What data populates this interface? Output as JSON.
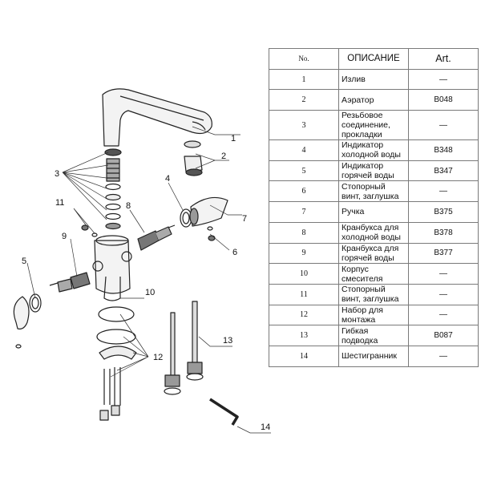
{
  "table": {
    "headers": {
      "no": "No.",
      "description": "ОПИСАНИЕ",
      "art": "Art."
    },
    "rows": [
      {
        "no": "1",
        "description": "Излив",
        "art": "—"
      },
      {
        "no": "2",
        "description": "Аэратор",
        "art": "B048"
      },
      {
        "no": "3",
        "description": "Резьбовое соединение, прокладки",
        "art": "—"
      },
      {
        "no": "4",
        "description": "Индикатор холодной воды",
        "art": "B348"
      },
      {
        "no": "5",
        "description": "Индикатор горячей воды",
        "art": "B347"
      },
      {
        "no": "6",
        "description": "Стопорный винт, заглушка",
        "art": "—"
      },
      {
        "no": "7",
        "description": "Ручка",
        "art": "B375"
      },
      {
        "no": "8",
        "description": "Кранбукса для холодной воды",
        "art": "B378"
      },
      {
        "no": "9",
        "description": "Кранбукса для горячей воды",
        "art": "B377"
      },
      {
        "no": "10",
        "description": "Корпус смесителя",
        "art": "—"
      },
      {
        "no": "11",
        "description": "Стопорный винт, заглушка",
        "art": "—"
      },
      {
        "no": "12",
        "description": "Набор для монтажа",
        "art": "—"
      },
      {
        "no": "13",
        "description": "Гибкая подводка",
        "art": "B087"
      },
      {
        "no": "14",
        "description": "Шестигранник",
        "art": "—"
      }
    ]
  },
  "callouts": [
    "1",
    "2",
    "3",
    "4",
    "5",
    "6",
    "7",
    "8",
    "9",
    "10",
    "11",
    "12",
    "13",
    "14"
  ]
}
